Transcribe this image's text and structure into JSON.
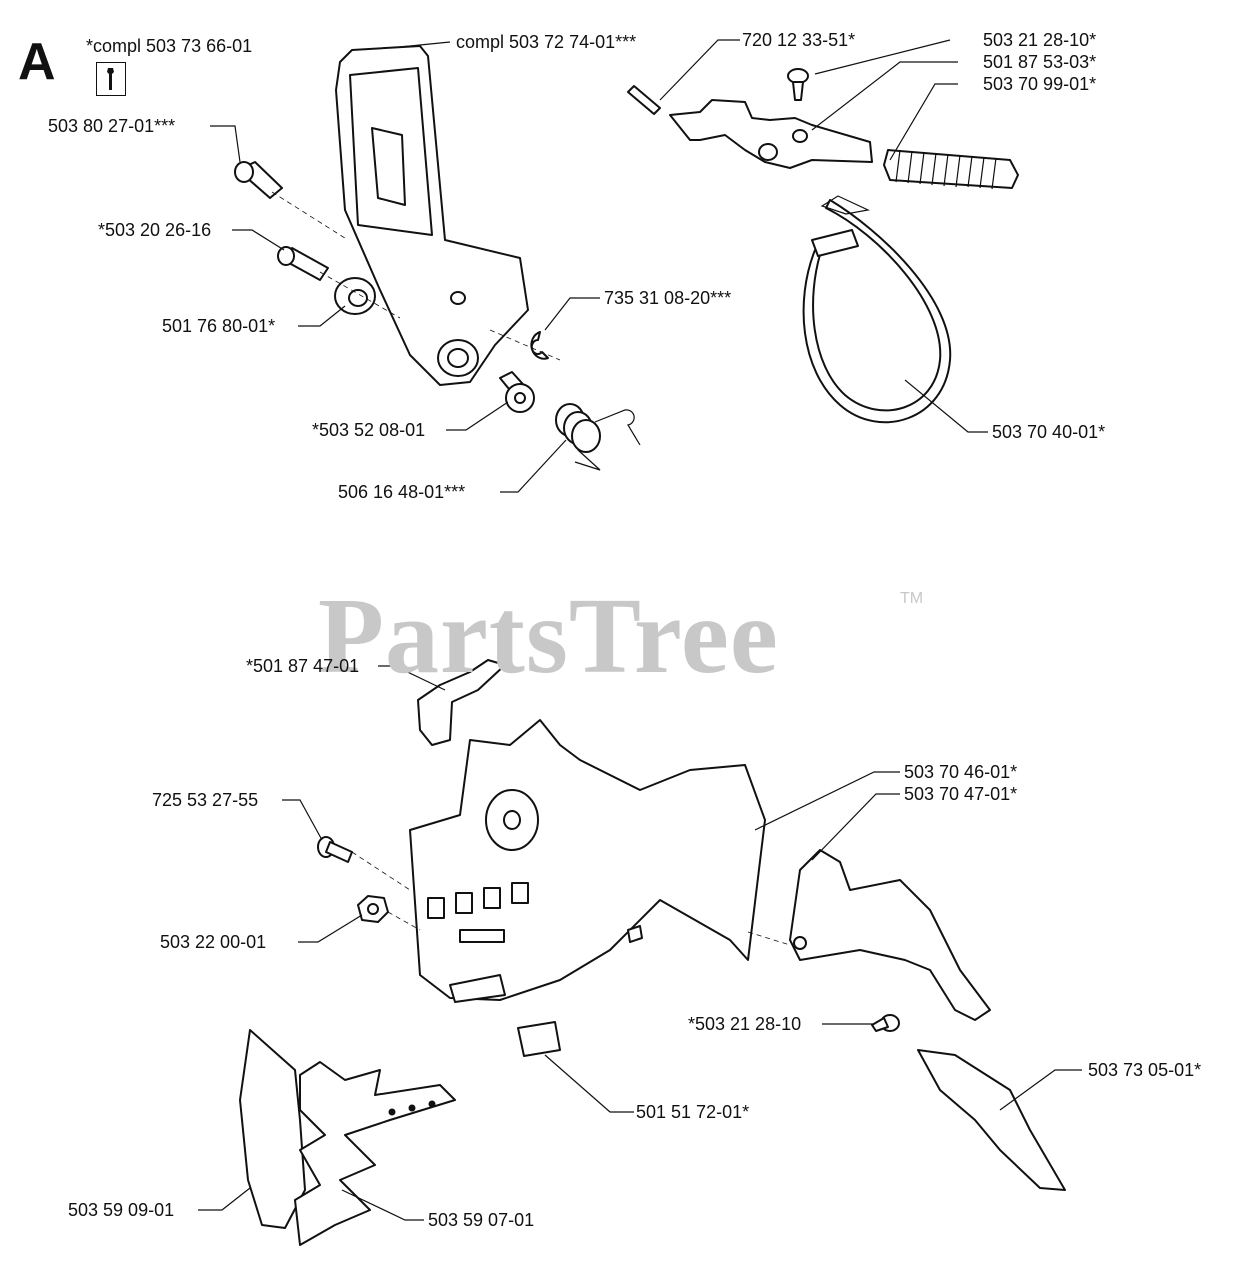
{
  "section_label": "A",
  "icons": {
    "tool": "wrench-icon"
  },
  "watermark": {
    "text": "PartsTree",
    "trademark": "TM"
  },
  "labels": {
    "kit_handle": "*compl 503 73 66-01",
    "handle": "compl 503 72 74-01***",
    "pin": "720 12 33-51*",
    "screw_top": "503 21 28-10*",
    "lever": "501 87 53-03*",
    "spring": "503 70 99-01*",
    "bolt": "503 80 27-01***",
    "screw_left": "*503 20 26-16",
    "washer": "501 76 80-01*",
    "circlip": "735 31 08-20***",
    "bushing": "*503 52 08-01",
    "torsion_spring": "506 16 48-01***",
    "brake_band": "503 70 40-01*",
    "clip": "*501 87 47-01",
    "cover": "503 70 46-01*",
    "guard": "503 70 47-01*",
    "screw_cover": "725 53 27-55",
    "nut": "503 22 00-01",
    "screw_guard": "*503 21 28-10",
    "felt": "501 51 72-01*",
    "deflector": "503 73 05-01*",
    "plate_a": "503 59 09-01",
    "plate_b": "503 59 07-01"
  }
}
